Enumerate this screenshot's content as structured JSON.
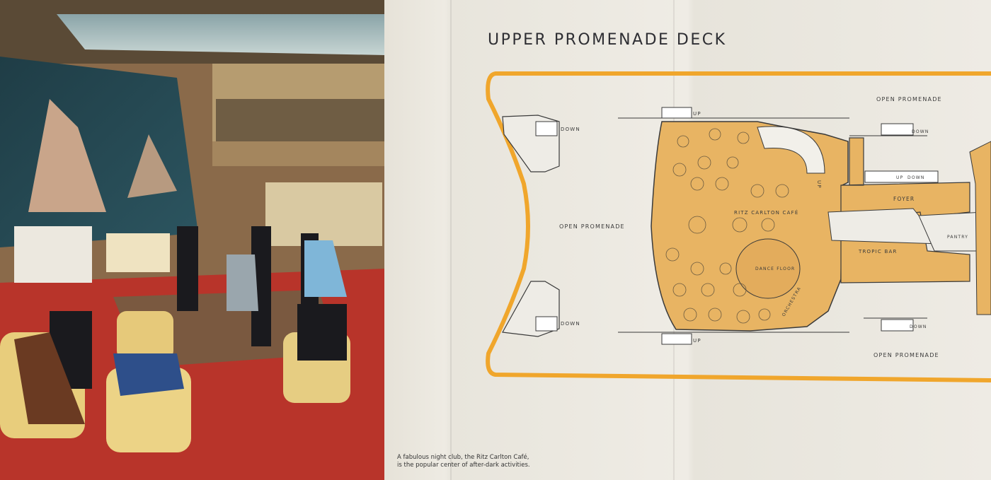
{
  "title": "UPPER PROMENADE DECK",
  "caption": {
    "line1": "A fabulous night club, the Ritz Carlton Café,",
    "line2": "is the popular center of after-dark activities."
  },
  "plan": {
    "open_promenade": "OPEN PROMENADE",
    "up": "UP",
    "down": "DOWN",
    "cafe": "RITZ CARLTON CAFÉ",
    "dance_floor": "DANCE FLOOR",
    "orchestra": "ORCHESTRA",
    "foyer": "FOYER",
    "pantry": "PANTRY",
    "tropic_bar": "TROPIC BAR"
  },
  "colors": {
    "deck": "#e8b463",
    "outline": "#f0a62c",
    "line": "#3a3a3a"
  }
}
